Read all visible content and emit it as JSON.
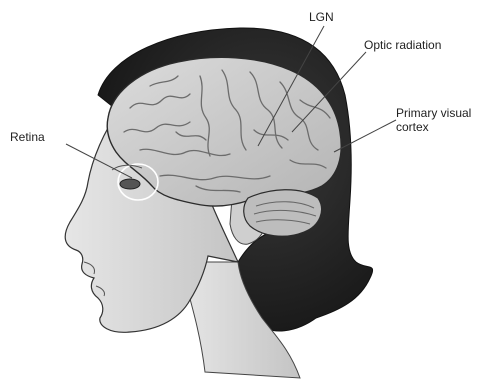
{
  "labels": {
    "lgn": "LGN",
    "optic_radiation": "Optic radiation",
    "primary_visual_line1": "Primary visual",
    "primary_visual_line2": "cortex",
    "retina": "Retina"
  },
  "colors": {
    "hair": "#1c1c1c",
    "hair_highlight": "#3a3a3a",
    "skin": "#d9d9d9",
    "skin_shadow": "#bdbdbd",
    "brain": "#c8c8c8",
    "brain_groove": "#7a7a7a",
    "outline": "#2b2b2b",
    "leader": "#444444"
  }
}
